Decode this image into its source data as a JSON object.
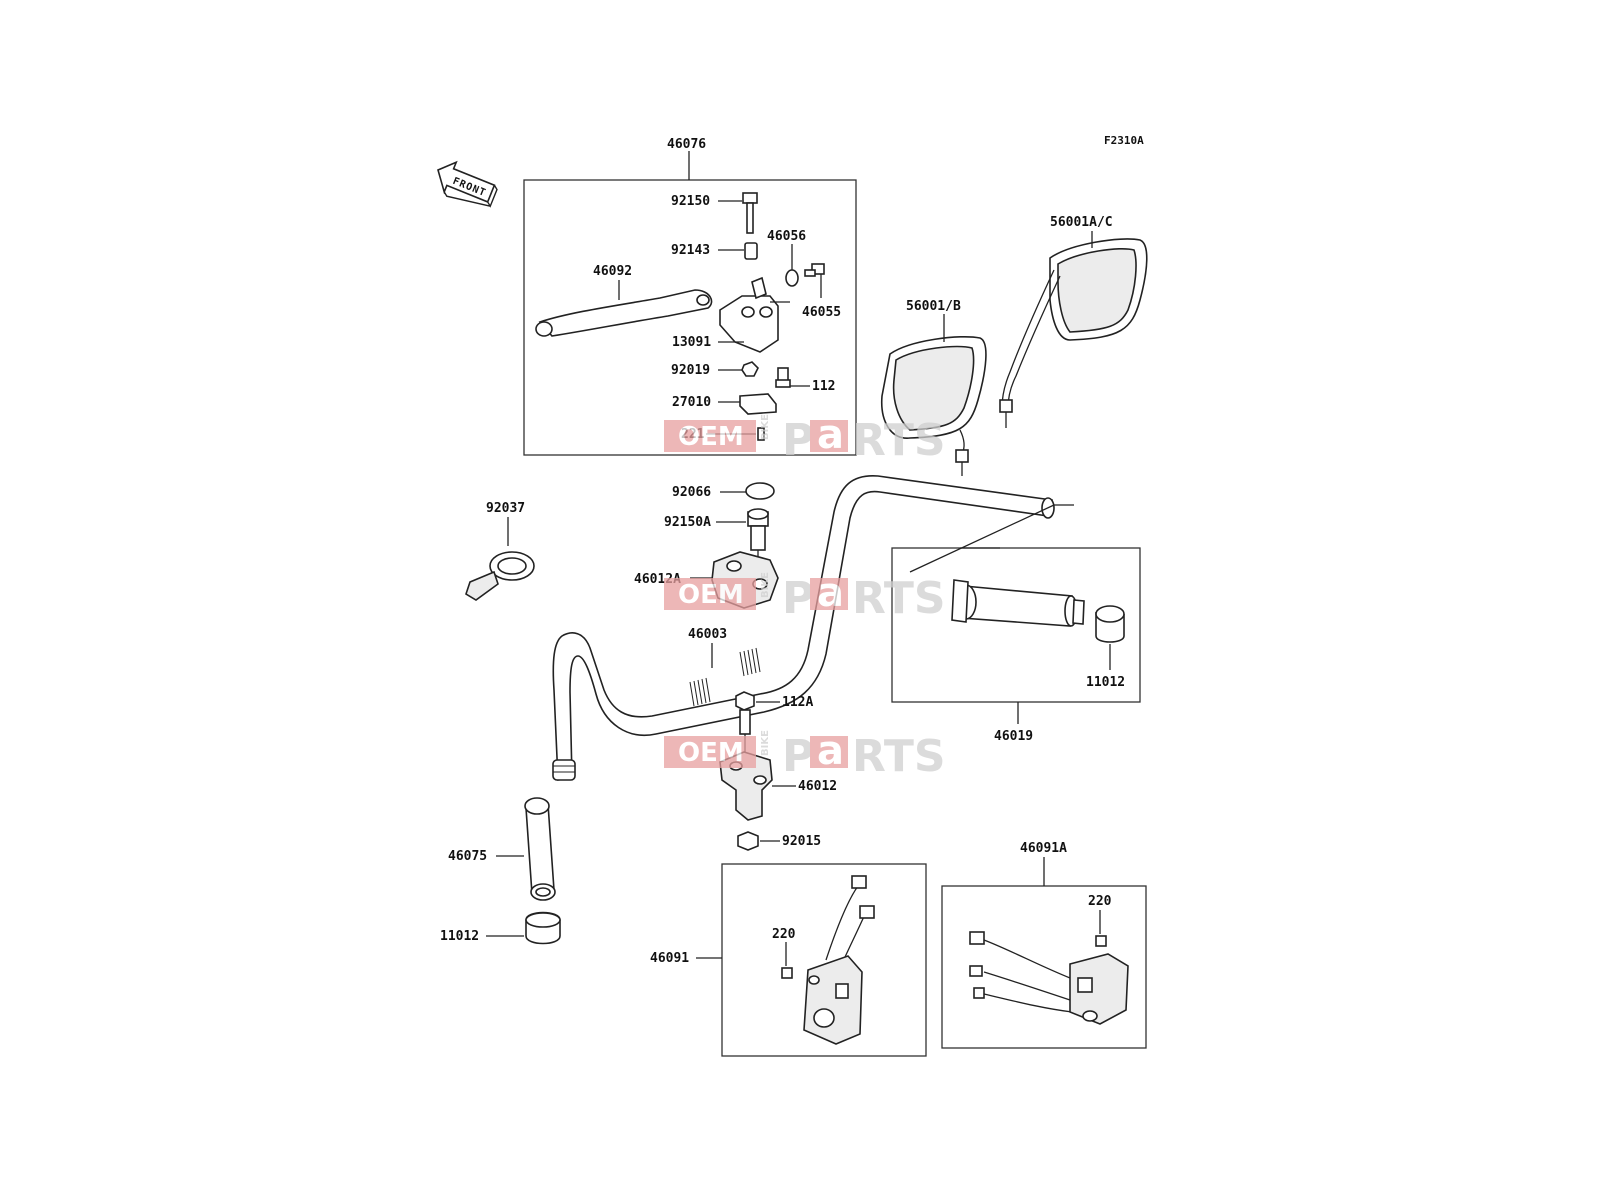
{
  "diagram_code": "F2310A",
  "front_label": "FRONT",
  "watermark": {
    "oem": "OEM",
    "bike": "BIKE",
    "p": "P",
    "a": "a",
    "rts": "RTS"
  },
  "labels": {
    "p46076": "46076",
    "p92150": "92150",
    "p92143": "92143",
    "p46056": "46056",
    "p46092": "46092",
    "p46055": "46055",
    "p13091": "13091",
    "p92019": "92019",
    "p112": "112",
    "p27010": "27010",
    "p221": "221",
    "p56001ac": "56001A/C",
    "p56001b": "56001/B",
    "p92066": "92066",
    "p92150a": "92150A",
    "p46012a": "46012A",
    "p92037": "92037",
    "p46003": "46003",
    "p112a": "112A",
    "p46012": "46012",
    "p92015": "92015",
    "p46075": "46075",
    "p11012_left": "11012",
    "p11012_right": "11012",
    "p46019": "46019",
    "p46091": "46091",
    "p220_left": "220",
    "p46091a": "46091A",
    "p220_right": "220"
  }
}
